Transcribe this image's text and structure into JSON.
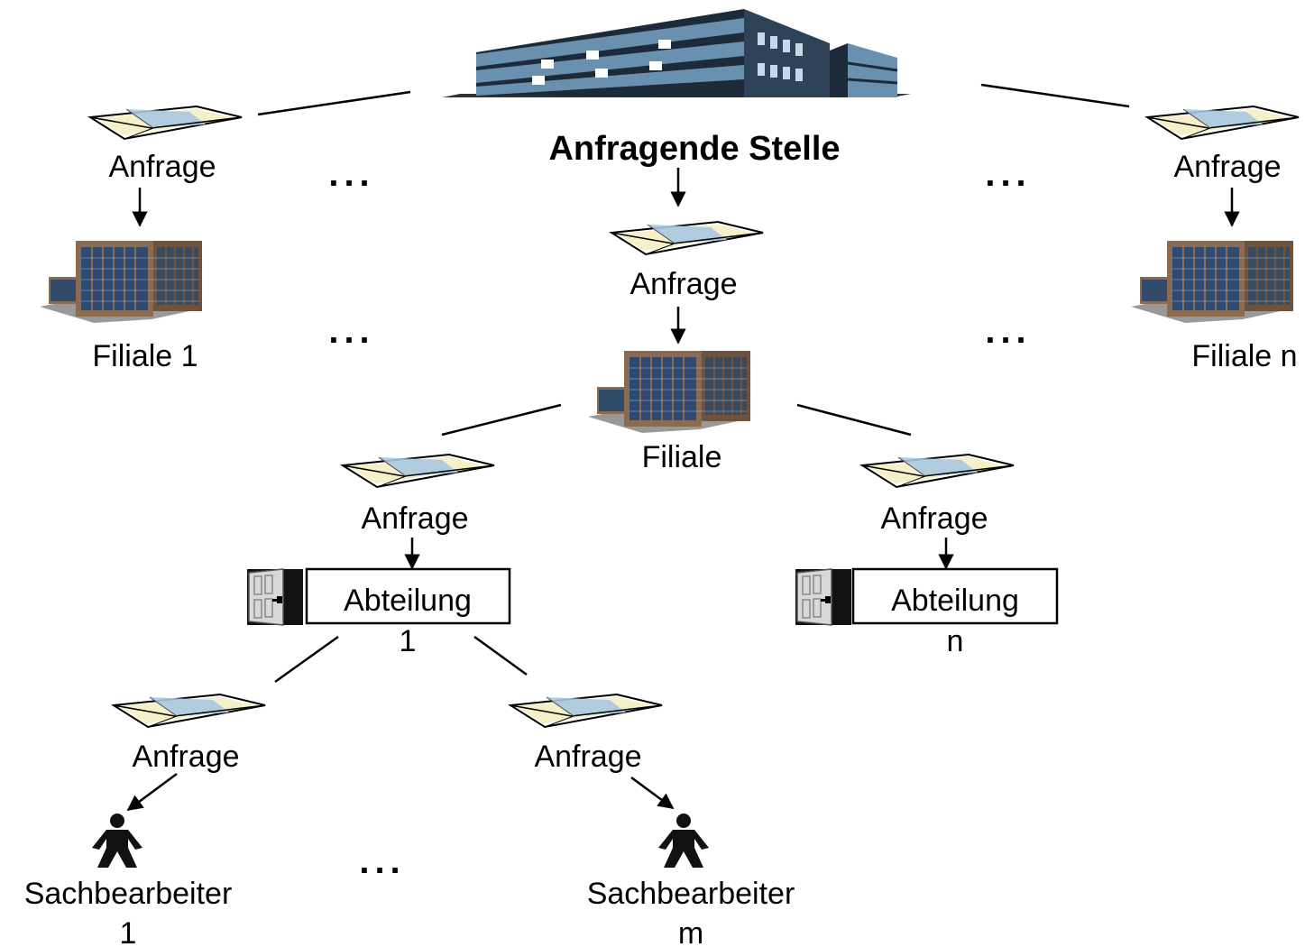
{
  "headquarters": {
    "label": "Anfragende Stelle"
  },
  "request_label": "Anfrage",
  "ellipsis": "...",
  "branches": [
    {
      "label": "Filiale 1"
    },
    {
      "label": "Filiale"
    },
    {
      "label": "Filiale n"
    }
  ],
  "departments": [
    {
      "label": "Abteilung",
      "index": "1"
    },
    {
      "label": "Abteilung",
      "index": "n"
    }
  ],
  "clerks": [
    {
      "label": "Sachbearbeiter",
      "index": "1"
    },
    {
      "label": "Sachbearbeiter",
      "index": "m"
    }
  ],
  "colors": {
    "building_blue": "#5a7fa0",
    "building_dark": "#1c2a3a",
    "office_brown": "#8a6a50",
    "envelope_fill": "#f5f0c8",
    "envelope_blue": "#a8c8e0"
  }
}
